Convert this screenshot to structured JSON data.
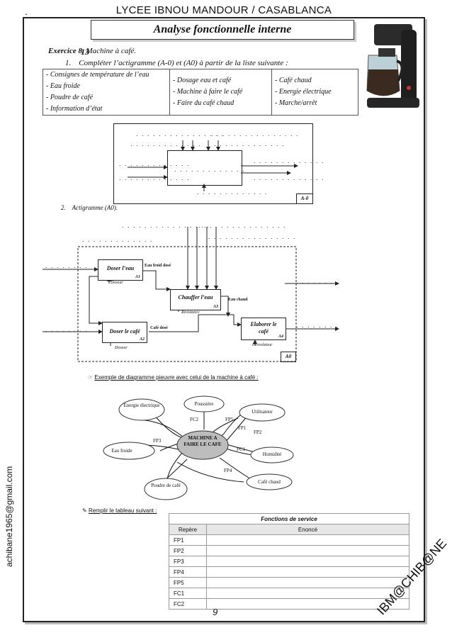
{
  "header": {
    "school": "LYCEE IBNOU MANDOUR / CASABLANCA",
    "title": "Analyse fonctionnelle interne"
  },
  "exercise": {
    "label": "Exercice 8.",
    "label_overstrike": "13",
    "subject": "Machine à café.",
    "q1_num": "1.",
    "q1_text": "Compléter l’actigramme (A-0) et (A0) à partir de la liste suivante :",
    "q2_num": "2.",
    "q2_text": "Actigramme (A0)."
  },
  "list": {
    "col1": [
      "Consignes de température de l’eau",
      "Eau froide",
      "Poudre de café",
      "Information d’état"
    ],
    "col2": [
      "Dosage eau et café",
      "Machine à faire le café",
      "Faire du café chaud"
    ],
    "col3": [
      "Café chaud",
      "Energie électrique",
      "Marche/arrêt"
    ]
  },
  "a0_top": {
    "dots_long": ". . . . . . . . . . . . . . . .",
    "dots_short": ". . . . . . . . . . . . .",
    "id": "A-0"
  },
  "a0_detail": {
    "boxes": [
      {
        "name": "Doser l’eau",
        "id": "A1",
        "support": "Doseur"
      },
      {
        "name": "Doser le café",
        "id": "A2",
        "support": "Doseur"
      },
      {
        "name": "Chauffer l’eau",
        "id": "A3",
        "support": "Résistance"
      },
      {
        "name": "Elaborer le café",
        "id": "A4",
        "support": "Percolateur"
      }
    ],
    "flows": {
      "eau_froid_dose": "Eau froid dosé",
      "cafe_dose": "Café dosé",
      "eau_chaud": "Eau chaud"
    },
    "id": "A0"
  },
  "pieuvre": {
    "caption": "Exemple de diagramme pieuvre avec celui de la machine à café :",
    "center": "MACHINE A FAIRE LE CAFE",
    "elements": [
      "Energie électrique",
      "Poussière",
      "Utilisateur",
      "Eau froide",
      "Humidité",
      "Poudre de café",
      "Café chaud"
    ],
    "links": [
      "FC2",
      "FP5",
      "FP1",
      "FP2",
      "FP3",
      "FC1",
      "FP4"
    ]
  },
  "service_table": {
    "instruction": "Remplir le tableau suivant :",
    "header": "Fonctions de service",
    "col_repere": "Repère",
    "col_enonce": "Enoncé",
    "rows": [
      "FP1",
      "FP2",
      "FP3",
      "FP4",
      "FP5",
      "FC1",
      "FC2"
    ]
  },
  "footer": {
    "page": "9",
    "email": "achibane1965@gmail.com",
    "signature": "IBM@CHIB@NE"
  }
}
